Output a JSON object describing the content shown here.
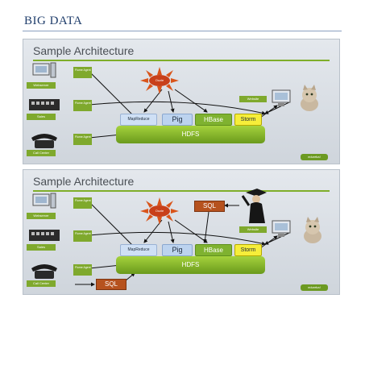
{
  "document": {
    "title": "BIG DATA"
  },
  "slides": [
    {
      "title": "Sample Architecture",
      "oozie": "Oozie",
      "sources": [
        {
          "label": "Webserver",
          "agent": "Flume Agent",
          "icon": "server-icon"
        },
        {
          "label": "Sales",
          "agent": "Flume Agent",
          "icon": "cash-register-icon"
        },
        {
          "label": "Call Center",
          "agent": "Flume Agent",
          "icon": "telephone-icon"
        }
      ],
      "tools": [
        "MapReduce",
        "Pig",
        "HBase",
        "Storm"
      ],
      "hdfs": "HDFS",
      "website": "Website",
      "brand": "edureka!"
    },
    {
      "title": "Sample Architecture",
      "oozie": "Oozie",
      "sources": [
        {
          "label": "Webserver",
          "agent": "Flume Agent",
          "icon": "server-icon"
        },
        {
          "label": "Sales",
          "agent": "Flume Agent",
          "icon": "cash-register-icon"
        },
        {
          "label": "Call Center",
          "agent": "Flume Agent",
          "icon": "telephone-icon"
        }
      ],
      "tools": [
        "MapReduce",
        "Pig",
        "HBase",
        "Storm"
      ],
      "hdfs": "HDFS",
      "website": "Website",
      "sql_top": "SQL",
      "sql_bottom": "SQL",
      "brand": "edureka!"
    }
  ],
  "colors": {
    "flume": "#7fa92d",
    "hdfs": "#7fb230",
    "storm": "#f6ee3a",
    "sql": "#b6521e",
    "title": "#1f3d6b"
  }
}
